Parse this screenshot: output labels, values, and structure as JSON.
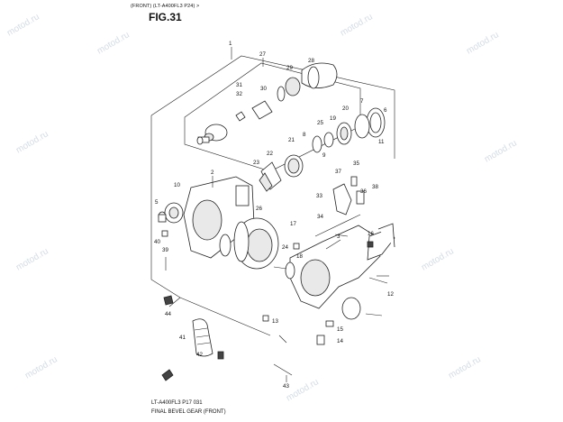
{
  "header": {
    "reference": "(FRONT) (LT-A400FL3 P24) >",
    "figure": "FIG.31"
  },
  "footer": {
    "model_code": "LT-A400FL3  P17  031",
    "title": "FINAL BEVEL GEAR (FRONT)"
  },
  "watermark": "motod.ru",
  "callouts": {
    "c1": "1",
    "c2": "2",
    "c3": "3",
    "c5": "5",
    "c6": "6",
    "c7": "7",
    "c8": "8",
    "c9": "9",
    "c10": "10",
    "c11": "11",
    "c12": "12",
    "c13": "13",
    "c14": "14",
    "c15": "15",
    "c16": "16",
    "c17": "17",
    "c18": "18",
    "c19": "19",
    "c20": "20",
    "c21": "21",
    "c22": "22",
    "c23": "23",
    "c24": "24",
    "c25": "25",
    "c26": "26",
    "c27": "27",
    "c28": "28",
    "c29": "29",
    "c30": "30",
    "c31": "31",
    "c32": "32",
    "c33": "33",
    "c34": "34",
    "c35": "35",
    "c36": "36",
    "c37": "37",
    "c38": "38",
    "c39": "39",
    "c40": "40",
    "c41": "41",
    "c42": "42",
    "c43": "43",
    "c44": "44"
  }
}
